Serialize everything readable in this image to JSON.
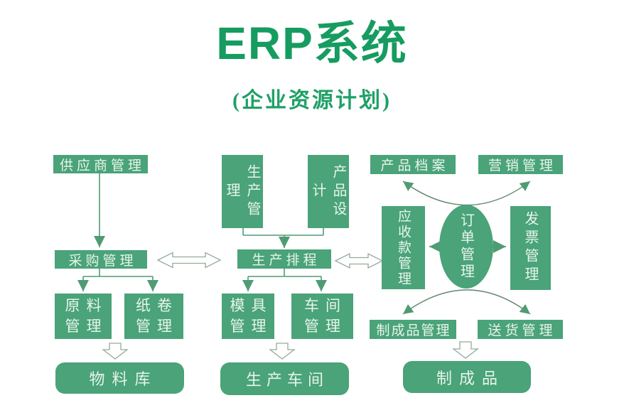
{
  "title": {
    "main": "ERP系统",
    "subtitle": "(企业资源计划)"
  },
  "colors": {
    "box_green": "#4aa379",
    "box_text": "#e8f4ec",
    "title_green": "#169c60",
    "connector_green": "#4f9c74",
    "hollow_arrow_outline": "#93ab9c",
    "background": "#ffffff"
  },
  "nodes": {
    "supplier": {
      "label": "供应商管理"
    },
    "purchasing": {
      "label": "采购管理"
    },
    "raw_material": {
      "lines": [
        "原料",
        "管理"
      ]
    },
    "paper_roll": {
      "lines": [
        "纸卷",
        "管理"
      ]
    },
    "material_warehouse": {
      "label": "物料库"
    },
    "production_mgmt": {
      "label": "生产管理"
    },
    "product_design": {
      "label": "产品设计"
    },
    "production_scheduling": {
      "label": "生产排程"
    },
    "mold": {
      "lines": [
        "模具",
        "管理"
      ]
    },
    "workshop": {
      "lines": [
        "车间",
        "管理"
      ]
    },
    "production_workshop": {
      "label": "生产车间"
    },
    "product_archive": {
      "label": "产品档案"
    },
    "marketing": {
      "label": "营销管理"
    },
    "receivables": {
      "label": "应收款管理"
    },
    "order_mgmt": {
      "label": "订单管理"
    },
    "invoice": {
      "label": "发票管理"
    },
    "finished_goods_mgmt": {
      "label": "制成品管理"
    },
    "delivery": {
      "label": "送货管理"
    },
    "finished_goods": {
      "label": "制成品"
    }
  },
  "edges": [
    {
      "from": "供应商管理",
      "to": "采购管理",
      "style": "solid-arrow"
    },
    {
      "from": "采购管理",
      "to": "生产排程",
      "style": "hollow-double-arrow"
    },
    {
      "from": "采购管理",
      "to": "原料管理",
      "style": "solid-arrow"
    },
    {
      "from": "采购管理",
      "to": "纸卷管理",
      "style": "solid-arrow"
    },
    {
      "from": "原料管理/纸卷管理",
      "to": "物料库",
      "style": "hollow-block-arrow"
    },
    {
      "from": "生产管理",
      "to": "生产排程",
      "style": "solid-arrow"
    },
    {
      "from": "产品设计",
      "to": "生产排程",
      "style": "solid-arrow"
    },
    {
      "from": "生产排程",
      "to": "应收款管理",
      "style": "hollow-double-arrow"
    },
    {
      "from": "生产排程",
      "to": "模具管理",
      "style": "solid-arrow"
    },
    {
      "from": "生产排程",
      "to": "车间管理",
      "style": "solid-arrow"
    },
    {
      "from": "模具管理/车间管理",
      "to": "生产车间",
      "style": "hollow-block-arrow"
    },
    {
      "from": "订单管理",
      "to": "产品档案",
      "style": "curved-arrow"
    },
    {
      "from": "订单管理",
      "to": "营销管理",
      "style": "curved-arrow"
    },
    {
      "from": "订单管理",
      "to": "应收款管理",
      "style": "solid-arrow"
    },
    {
      "from": "订单管理",
      "to": "发票管理",
      "style": "solid-arrow"
    },
    {
      "from": "订单管理",
      "to": "制成品管理",
      "style": "curved-arrow"
    },
    {
      "from": "订单管理",
      "to": "送货管理",
      "style": "curved-arrow"
    },
    {
      "from": "制成品管理",
      "to": "制成品",
      "style": "hollow-block-arrow"
    }
  ]
}
